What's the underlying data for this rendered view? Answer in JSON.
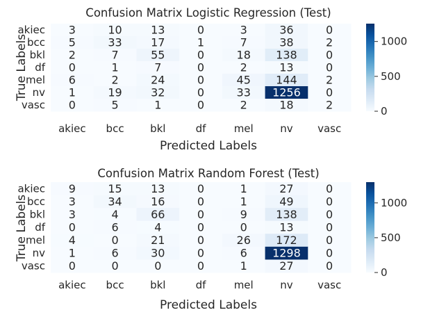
{
  "chart_data": [
    {
      "type": "heatmap",
      "title": "Confusion Matrix Logistic Regression (Test)",
      "xlabel": "Predicted Labels",
      "ylabel": "True Labels",
      "x_categories": [
        "akiec",
        "bcc",
        "bkl",
        "df",
        "mel",
        "nv",
        "vasc"
      ],
      "y_categories": [
        "akiec",
        "bcc",
        "bkl",
        "df",
        "mel",
        "nv",
        "vasc"
      ],
      "values": [
        [
          3,
          10,
          13,
          0,
          3,
          36,
          0
        ],
        [
          5,
          33,
          17,
          1,
          7,
          38,
          2
        ],
        [
          2,
          7,
          55,
          0,
          18,
          138,
          0
        ],
        [
          0,
          1,
          7,
          0,
          2,
          13,
          0
        ],
        [
          6,
          2,
          24,
          0,
          45,
          144,
          2
        ],
        [
          1,
          19,
          32,
          0,
          33,
          1256,
          0
        ],
        [
          0,
          5,
          1,
          0,
          2,
          18,
          2
        ]
      ],
      "vmin": 0,
      "vmax": 1256,
      "colorbar_ticks": [
        0,
        500,
        1000
      ],
      "colormap": "Blues"
    },
    {
      "type": "heatmap",
      "title": "Confusion Matrix Random Forest (Test)",
      "xlabel": "Predicted Labels",
      "ylabel": "True Labels",
      "x_categories": [
        "akiec",
        "bcc",
        "bkl",
        "df",
        "mel",
        "nv",
        "vasc"
      ],
      "y_categories": [
        "akiec",
        "bcc",
        "bkl",
        "df",
        "mel",
        "nv",
        "vasc"
      ],
      "values": [
        [
          9,
          15,
          13,
          0,
          1,
          27,
          0
        ],
        [
          3,
          34,
          16,
          0,
          1,
          49,
          0
        ],
        [
          3,
          4,
          66,
          0,
          9,
          138,
          0
        ],
        [
          0,
          6,
          4,
          0,
          0,
          13,
          0
        ],
        [
          4,
          0,
          21,
          0,
          26,
          172,
          0
        ],
        [
          1,
          6,
          30,
          0,
          6,
          1298,
          0
        ],
        [
          0,
          0,
          0,
          0,
          1,
          27,
          0
        ]
      ],
      "vmin": 0,
      "vmax": 1298,
      "colorbar_ticks": [
        0,
        500,
        1000
      ],
      "colormap": "Blues"
    }
  ]
}
